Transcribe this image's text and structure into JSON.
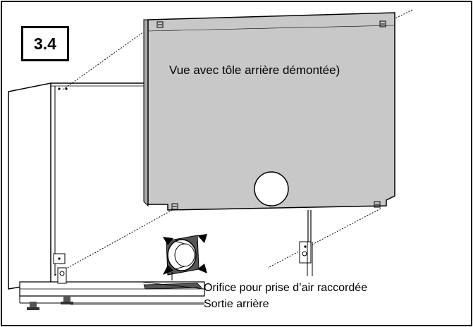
{
  "figure": {
    "step_number": "3.4",
    "panel_caption": "Vue avec tôle arrière démontée)",
    "callouts": [
      "Orifice pour prise d’air  raccordée",
      "Sortie arrière"
    ]
  },
  "colors": {
    "frame": "#000000",
    "panel_fill": "#c8c8c8",
    "panel_shadow": "#a9a9a9",
    "line": "#000000",
    "background": "#ffffff"
  },
  "icons": [
    "screw-icon",
    "air-intake-flange-icon",
    "arrow-icon"
  ]
}
